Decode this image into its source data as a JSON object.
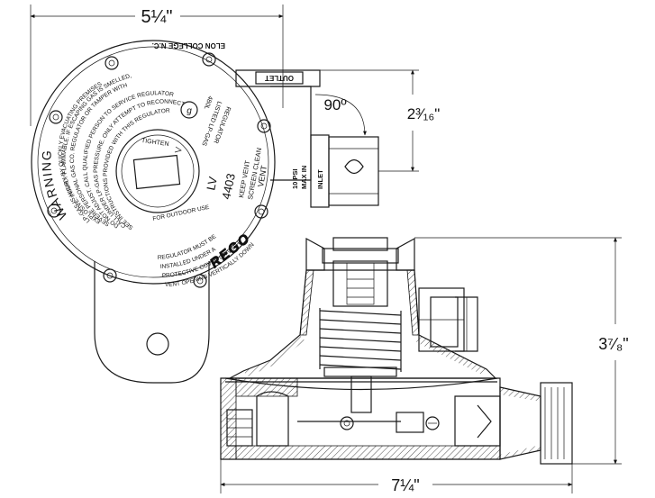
{
  "dimensions": {
    "width_top": "5¼\"",
    "height_side": "2³⁄₁₆\"",
    "angle": "90º",
    "height_bottom": "3⁷⁄₈\"",
    "width_bottom": "7¼\""
  },
  "top_view": {
    "manufacturer_line": "ELON COLLEGE N.C.",
    "outlet": "OUTLET",
    "regulator_listing": [
      "REGULATOR",
      "LISTED LP-GAS",
      "480L"
    ],
    "warning": "WARNING",
    "warning_text": [
      "LP-GAS IS HIGHLY FLAMMABLE. IF ESCAPING GAS IS SMELLED,",
      "EXPLOSIVE. INJURY BY QUICKLY EVACUATING PREMISES",
      "SEVERE PERSONAL GAS CO. REGULATOR OR TAMPER WITH",
      "DO NOT ADJUST. CALL QUALIFIED PERSON TO SERVICE REGULATOR",
      "CALL UNDER LP-GAS PRESSURE. ONLY ATTEMPT TO RECONNECT",
      "SEE INSTRUCTIONS PROVIDED WITH THIS REGULATOR"
    ],
    "tighten": "TIGHTEN",
    "model_prefix": "LV",
    "model_number": "4403",
    "vent_note": [
      "KEEP VENT",
      "SCREEN CLEAN",
      "VENT"
    ],
    "inlet_label": [
      "10 PSI",
      "MAX IN",
      "INLET"
    ],
    "outdoor_label": "FOR OUTDOOR USE",
    "install_note": [
      "REGULATOR MUST BE",
      "INSTALLED UNDER A",
      "PROTECTIVE COVER OR WITH",
      "VENT OPENING VERTICALLY DOWN"
    ],
    "brand": "REGO"
  }
}
